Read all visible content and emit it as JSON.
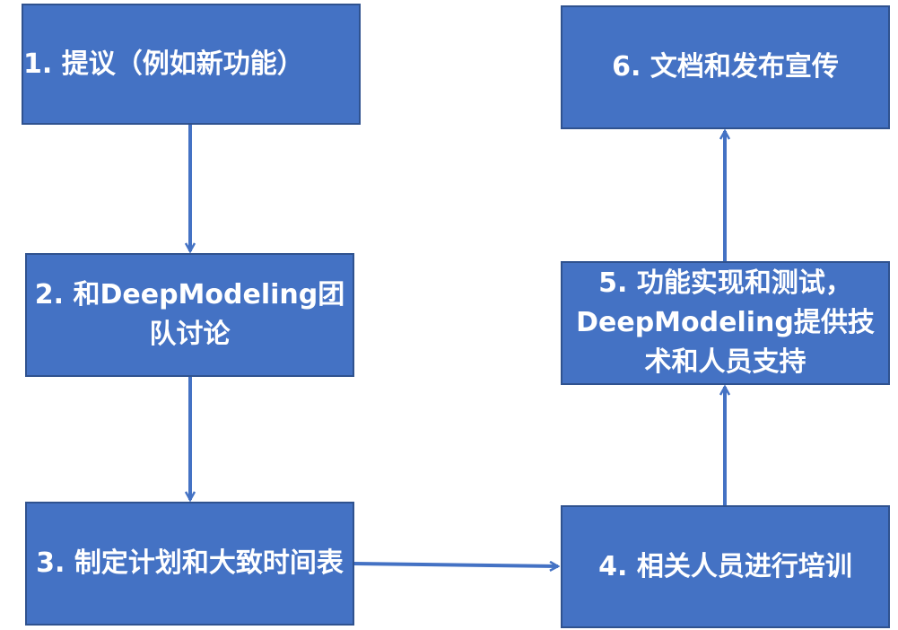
{
  "steps": [
    {
      "id": "1",
      "text": "1. 提议（例如新功能）"
    },
    {
      "id": "2",
      "text": "2. 和DeepModeling团队讨论"
    },
    {
      "id": "3",
      "text": "3. 制定计划和大致时间表"
    },
    {
      "id": "4",
      "text": "4. 相关人员进行培训"
    },
    {
      "id": "5",
      "text": "5. 功能实现和测试，DeepModeling提供技术和人员支持"
    },
    {
      "id": "6",
      "text": "6. 文档和发布宣传"
    }
  ],
  "colors": {
    "box_fill": "#4472c4",
    "box_border": "#2f528f",
    "arrow": "#4472c4",
    "text": "#ffffff"
  }
}
